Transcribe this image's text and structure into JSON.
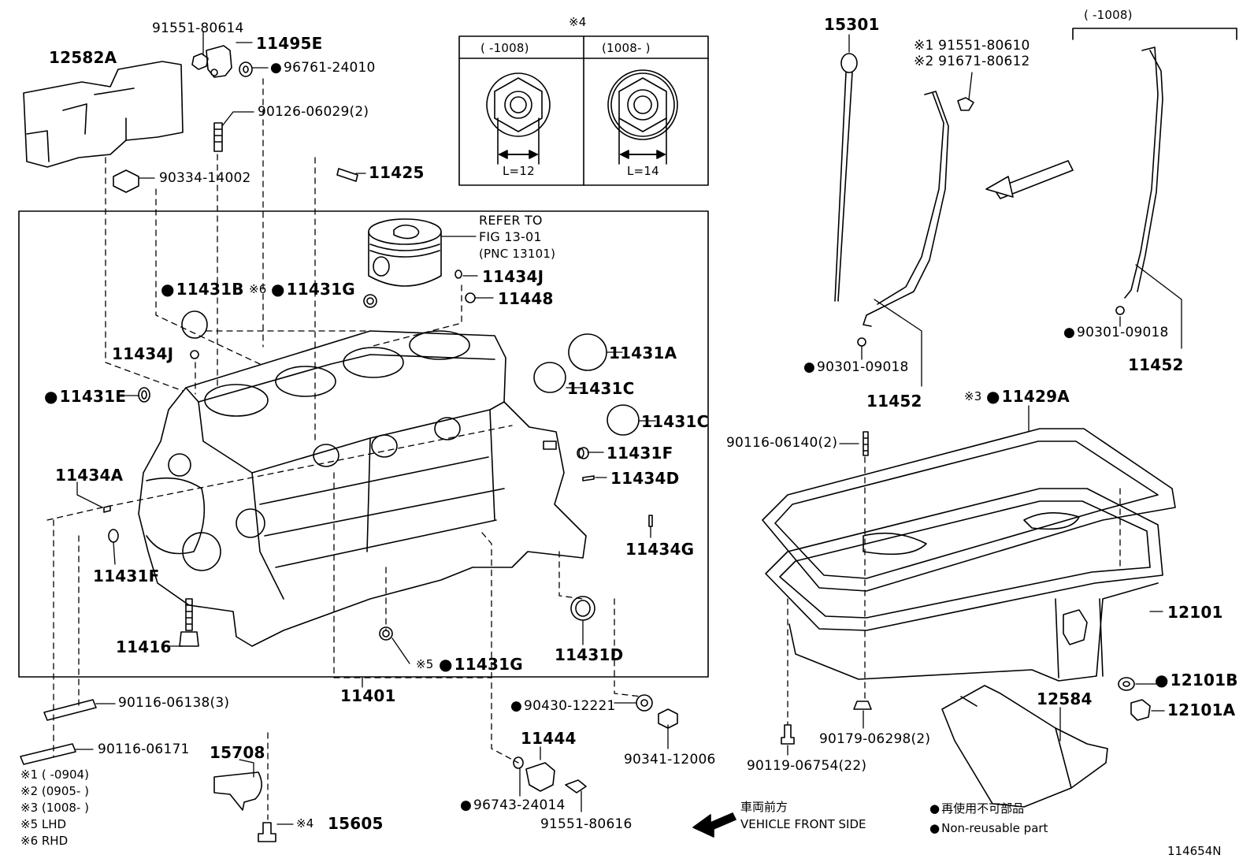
{
  "diagram_id": "114654N",
  "inset": {
    "marker": "※4",
    "left_range": "(      -1008)",
    "right_range": "(1008-       )",
    "left_dim": "L=12",
    "right_dim": "L=14"
  },
  "refer": {
    "line1": "REFER TO",
    "line2": "FIG 13-01",
    "line3": "(PNC 13101)"
  },
  "upper_right_range": "(       -1008)",
  "parts": [
    {
      "id": "p1",
      "text": "91551-80614",
      "dot": false
    },
    {
      "id": "p2",
      "text": "11495E",
      "dot": false
    },
    {
      "id": "p3",
      "text": "12582A",
      "dot": false
    },
    {
      "id": "p4",
      "text": "96761-24010",
      "dot": true
    },
    {
      "id": "p5",
      "text": "90126-06029(2)",
      "dot": false
    },
    {
      "id": "p6",
      "text": "90334-14002",
      "dot": false
    },
    {
      "id": "p7",
      "text": "11425",
      "dot": false
    },
    {
      "id": "p8",
      "text": "11431B",
      "dot": true
    },
    {
      "id": "p9",
      "text": "※6",
      "dot": false
    },
    {
      "id": "p10",
      "text": "11431G",
      "dot": true
    },
    {
      "id": "p11",
      "text": "11434J",
      "dot": false
    },
    {
      "id": "p12",
      "text": "11448",
      "dot": false
    },
    {
      "id": "p13",
      "text": "11434J",
      "dot": false
    },
    {
      "id": "p14",
      "text": "11431A",
      "dot": false
    },
    {
      "id": "p15",
      "text": "11431E",
      "dot": true
    },
    {
      "id": "p16",
      "text": "11431C",
      "dot": false
    },
    {
      "id": "p17",
      "text": "11431C",
      "dot": false
    },
    {
      "id": "p18",
      "text": "11431F",
      "dot": false
    },
    {
      "id": "p19",
      "text": "11434A",
      "dot": false
    },
    {
      "id": "p20",
      "text": "11434D",
      "dot": false
    },
    {
      "id": "p21",
      "text": "11434G",
      "dot": false
    },
    {
      "id": "p22",
      "text": "11431F",
      "dot": false
    },
    {
      "id": "p23",
      "text": "11416",
      "dot": false
    },
    {
      "id": "p24",
      "text": "11431D",
      "dot": false
    },
    {
      "id": "p25",
      "text": "※5",
      "dot": false
    },
    {
      "id": "p26",
      "text": "11431G",
      "dot": true
    },
    {
      "id": "p27",
      "text": "11401",
      "dot": false
    },
    {
      "id": "p28",
      "text": "90116-06138(3)",
      "dot": false
    },
    {
      "id": "p29",
      "text": "90116-06171",
      "dot": false
    },
    {
      "id": "p30",
      "text": "90430-12221",
      "dot": true
    },
    {
      "id": "p31",
      "text": "11444",
      "dot": false
    },
    {
      "id": "p32",
      "text": "90341-12006",
      "dot": false
    },
    {
      "id": "p33",
      "text": "15708",
      "dot": false
    },
    {
      "id": "p34",
      "text": "※4",
      "dot": false
    },
    {
      "id": "p35",
      "text": "15605",
      "dot": false
    },
    {
      "id": "p36",
      "text": "96743-24014",
      "dot": true
    },
    {
      "id": "p37",
      "text": "91551-80616",
      "dot": false
    },
    {
      "id": "p38",
      "text": "15301",
      "dot": false
    },
    {
      "id": "p39",
      "text": "※1 91551-80610",
      "dot": false
    },
    {
      "id": "p40",
      "text": "※2 91671-80612",
      "dot": false
    },
    {
      "id": "p41",
      "text": "90301-09018",
      "dot": true
    },
    {
      "id": "p42",
      "text": "11452",
      "dot": false
    },
    {
      "id": "p43",
      "text": "90301-09018",
      "dot": true
    },
    {
      "id": "p44",
      "text": "11452",
      "dot": false
    },
    {
      "id": "p45",
      "text": "※3",
      "dot": false
    },
    {
      "id": "p46",
      "text": "11429A",
      "dot": true
    },
    {
      "id": "p47",
      "text": "90116-06140(2)",
      "dot": false
    },
    {
      "id": "p48",
      "text": "12101",
      "dot": false
    },
    {
      "id": "p49",
      "text": "12101B",
      "dot": true
    },
    {
      "id": "p50",
      "text": "12584",
      "dot": false
    },
    {
      "id": "p51",
      "text": "12101A",
      "dot": false
    },
    {
      "id": "p52",
      "text": "90179-06298(2)",
      "dot": false
    },
    {
      "id": "p53",
      "text": "90119-06754(22)",
      "dot": false
    }
  ],
  "footnotes": [
    "※1 (      -0904)",
    "※2 (0905-       )",
    "※3 (1008-       )",
    "※5 LHD",
    "※6 RHD"
  ],
  "vehicle_front": {
    "jp": "車両前方",
    "en": "VEHICLE FRONT SIDE"
  },
  "legend": {
    "jp": "再使用不可部品",
    "en": "Non-reusable part"
  }
}
